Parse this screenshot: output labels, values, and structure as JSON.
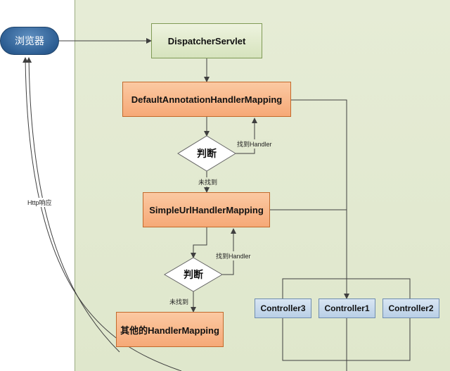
{
  "nodes": {
    "browser": "浏览器",
    "dispatcher": "DispatcherServlet",
    "default_mapping": "DefaultAnnotationHandlerMapping",
    "decision1": "判断",
    "simple_mapping": "SimpleUrlHandlerMapping",
    "decision2": "判断",
    "other_mapping": "其他的HandlerMapping",
    "controller3": "Controller3",
    "controller1": "Controller1",
    "controller2": "Controller2"
  },
  "edge_labels": {
    "found1": "找到Handler",
    "not_found1": "未找到",
    "found2": "找到Handler",
    "not_found2": "未找到",
    "http_response": "Http响应"
  },
  "colors": {
    "panel": "#e3e9d2",
    "browser": "#3a6ea5",
    "dispatcher": "#d7e4be",
    "mapping": "#f8b48a",
    "controller": "#c6d9ee",
    "line": "#3f3f3f"
  }
}
